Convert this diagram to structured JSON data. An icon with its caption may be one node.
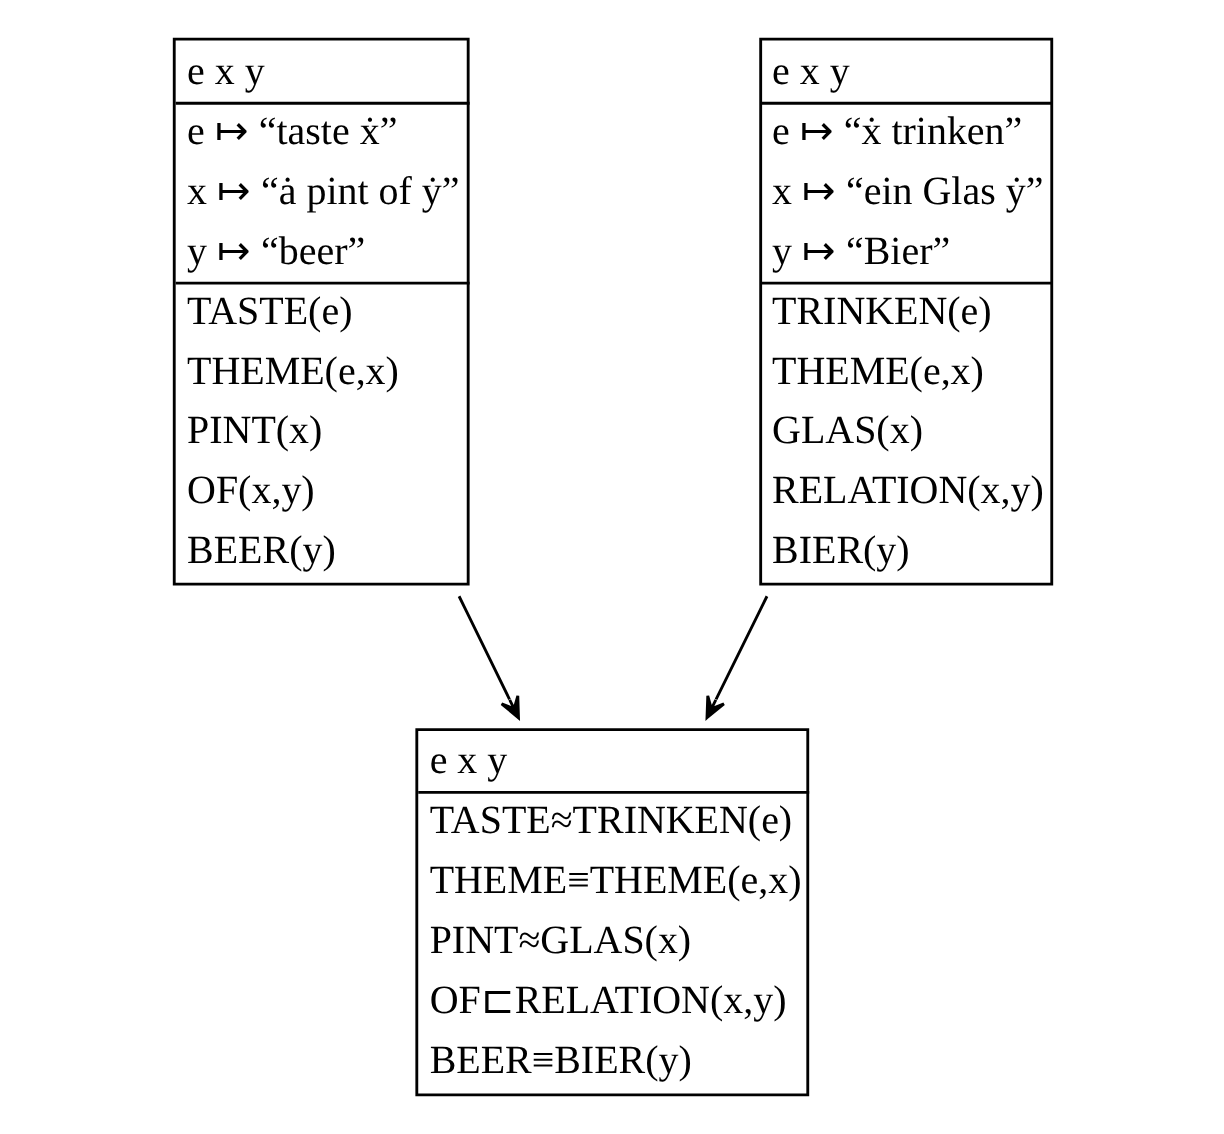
{
  "diagram": {
    "nodes": [
      {
        "text": [
          "e x y",
          "e ↦ “taste ẋ”",
          "x ↦ “ȧ pint of ẏ”",
          "y ↦ “beer”",
          "TASTE(e)",
          "THEME(e,x)",
          "PINT(x)",
          "OF(x,y)",
          "BEER(y)"
        ]
      },
      {
        "text": [
          "e x y",
          "e ↦ “ẋ trinken”",
          "x ↦ “ein Glas ẏ”",
          "y ↦ “Bier”",
          "TRINKEN(e)",
          "THEME(e,x)",
          "GLAS(x)",
          "RELATION(x,y)",
          "BIER(y)"
        ]
      },
      {
        "text": [
          "e x y",
          "TASTE≈TRINKEN(e)",
          "THEME≡THEME(e,x)",
          "PINT≈GLAS(x)",
          "OF⊏RELATION(x,y)",
          "BEER≡BIER(y)"
        ]
      }
    ],
    "edges": [
      {
        "from": 0,
        "to": 2,
        "arrow": "to"
      },
      {
        "from": 1,
        "to": 2,
        "arrow": "to"
      }
    ]
  }
}
